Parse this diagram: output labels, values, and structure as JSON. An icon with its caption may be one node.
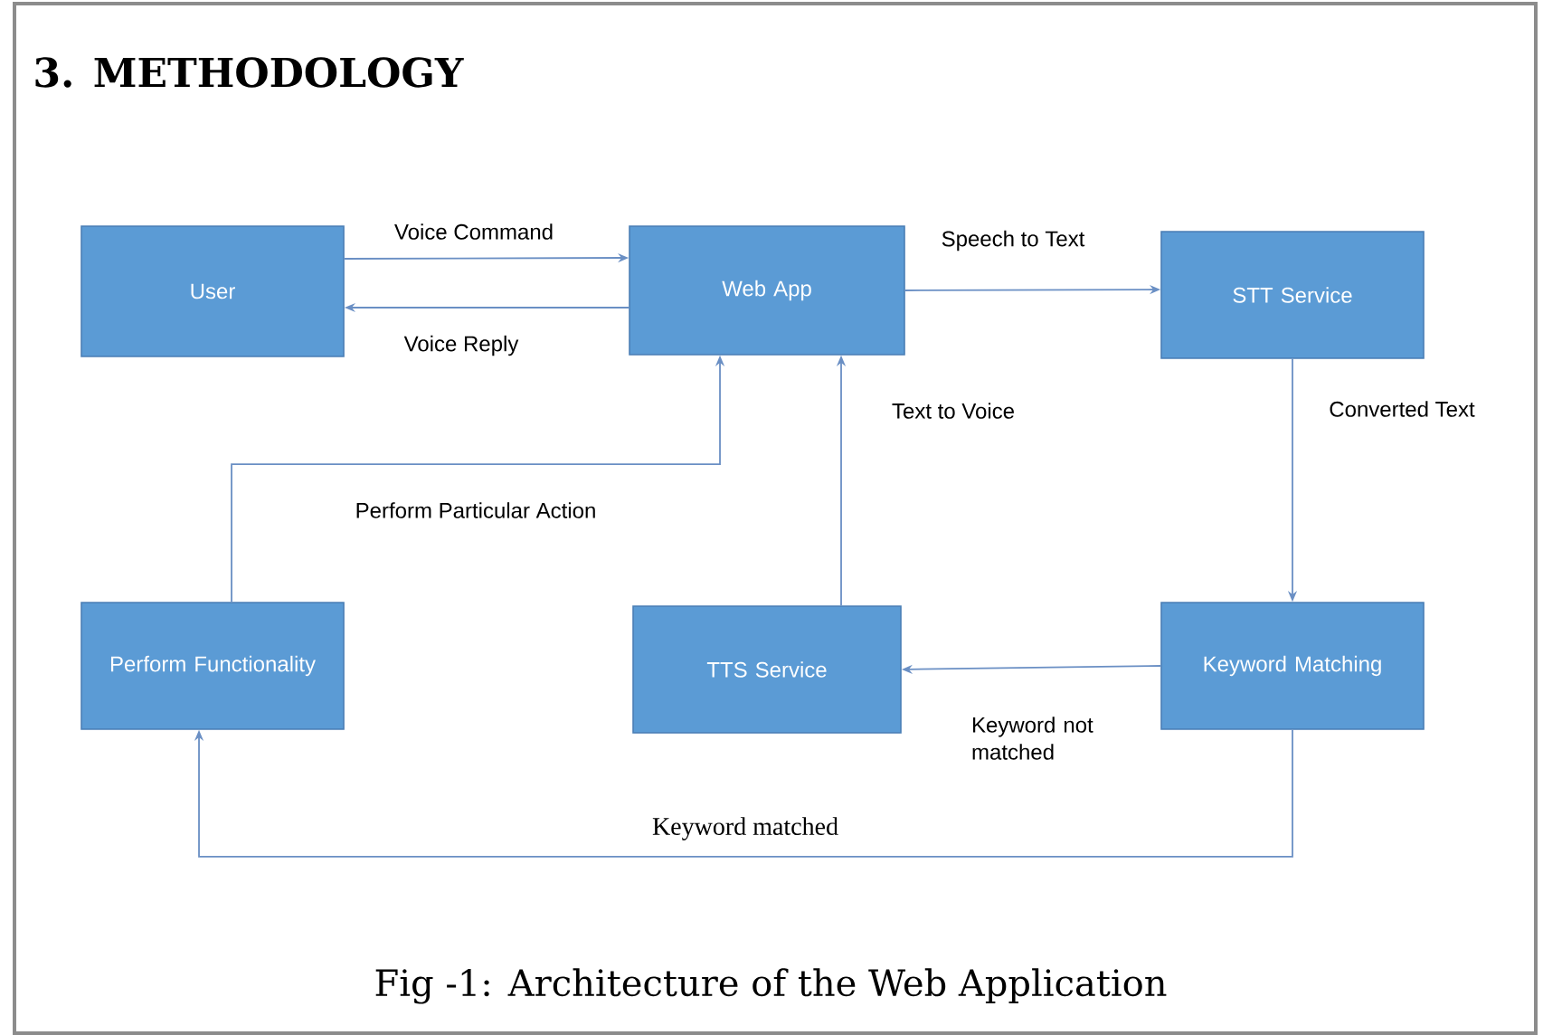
{
  "diagram": {
    "title": "3. METHODOLOGY",
    "caption": "Fig -1: Architecture of the Web Application",
    "nodes": [
      {
        "text": [
          "User"
        ]
      },
      {
        "text": [
          "Web App"
        ]
      },
      {
        "text": [
          "STT Service"
        ]
      },
      {
        "text": [
          "Perform Functionality"
        ]
      },
      {
        "text": [
          "TTS Service"
        ]
      },
      {
        "text": [
          "Keyword Matching"
        ]
      }
    ],
    "edges": [
      {
        "from": 0,
        "to": 1,
        "arrow": "to",
        "label": "Voice Command"
      },
      {
        "from": 1,
        "to": 0,
        "arrow": "to",
        "label": "Voice Reply"
      },
      {
        "from": 1,
        "to": 2,
        "arrow": "to",
        "label": "Speech to Text"
      },
      {
        "from": 2,
        "to": 5,
        "arrow": "to",
        "label": "Converted Text"
      },
      {
        "from": 5,
        "to": 4,
        "arrow": "to",
        "label": "Keyword not matched"
      },
      {
        "from": 4,
        "to": 1,
        "arrow": "to",
        "label": "Text to Voice"
      },
      {
        "from": 5,
        "to": 3,
        "arrow": "to",
        "label": "Keyword matched"
      },
      {
        "from": 3,
        "to": 1,
        "arrow": "to",
        "label": "Perform Particular Action"
      }
    ]
  }
}
